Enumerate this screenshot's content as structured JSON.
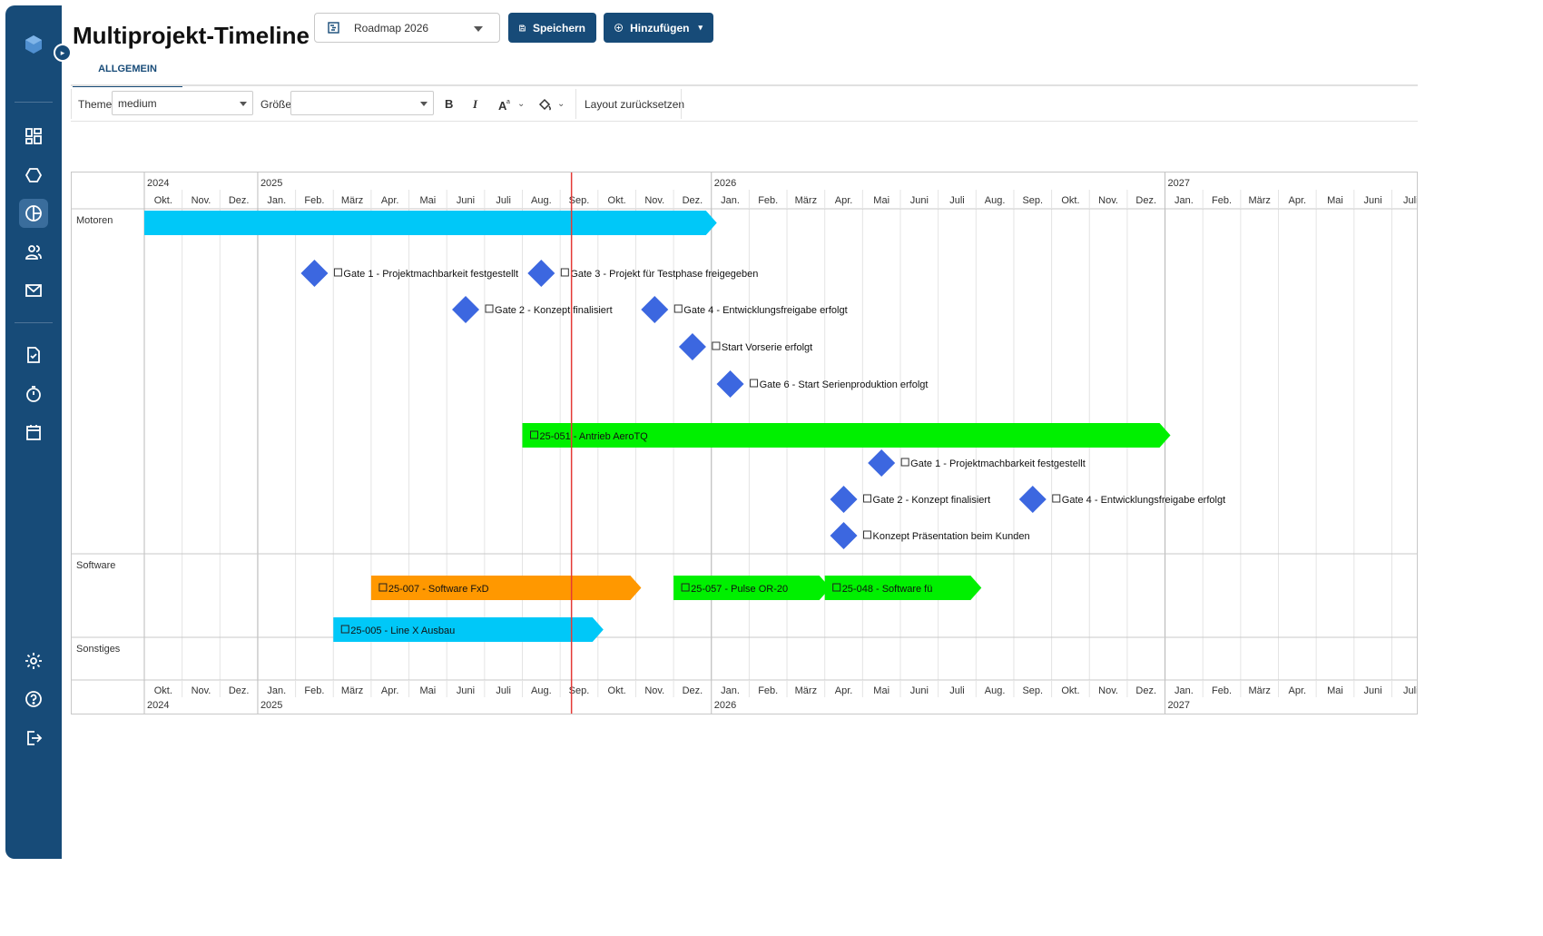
{
  "app": {
    "title": "Multiprojekt-Timeline",
    "roadmap_select": "Roadmap 2026",
    "save_label": "Speichern",
    "add_label": "Hinzufügen",
    "tab_general": "ALLGEMEIN"
  },
  "toolbar": {
    "theme_label": "Theme",
    "theme_value": "medium",
    "size_label": "Größe",
    "size_value": "",
    "bold": "B",
    "italic": "I",
    "reset_layout": "Layout zurücksetzen"
  },
  "sidebar": {
    "icons": [
      "dashboard-icon",
      "hexagon-icon",
      "pie-chart-icon",
      "users-icon",
      "mail-icon",
      "document-check-icon",
      "stopwatch-icon",
      "calendar-icon",
      "settings-icon",
      "help-icon",
      "logout-icon"
    ],
    "active": "pie-chart-icon"
  },
  "colors": {
    "brand": "#174b78",
    "cyan": "#00c8f8",
    "green": "#00f000",
    "orange": "#ff9800",
    "milestone": "#3c67e0",
    "today": "#e53935"
  },
  "chart_data": {
    "type": "gantt",
    "timeline": {
      "start": "2024-10",
      "end": "2027-07",
      "years": [
        "2024",
        "2025",
        "2026",
        "2027"
      ],
      "months": [
        "Okt.",
        "Nov.",
        "Dez.",
        "Jan.",
        "Feb.",
        "März",
        "Apr.",
        "Mai",
        "Juni",
        "Juli",
        "Aug.",
        "Sep.",
        "Okt.",
        "Nov.",
        "Dez.",
        "Jan.",
        "Feb.",
        "März",
        "Apr.",
        "Mai",
        "Juni",
        "Juli",
        "Aug.",
        "Sep.",
        "Okt.",
        "Nov.",
        "Dez.",
        "Jan.",
        "Feb.",
        "März",
        "Apr.",
        "Mai",
        "Juni",
        "Juli"
      ]
    },
    "today": "2025-09",
    "groups": [
      {
        "name": "Motoren",
        "items": [
          {
            "kind": "bar",
            "label": "",
            "start": "2024-10",
            "end": "2025-12",
            "color": "cyan"
          },
          {
            "kind": "milestone",
            "label": "Gate 1 - Projektmachbarkeit festgestellt",
            "date": "2025-02"
          },
          {
            "kind": "milestone",
            "label": "Gate 3 - Projekt für Testphase freigegeben",
            "date": "2025-08"
          },
          {
            "kind": "milestone",
            "label": "Gate 2 - Konzept finalisiert",
            "date": "2025-06"
          },
          {
            "kind": "milestone",
            "label": "Gate 4 - Entwicklungsfreigabe erfolgt",
            "date": "2025-11"
          },
          {
            "kind": "milestone",
            "label": "Start Vorserie erfolgt",
            "date": "2025-12"
          },
          {
            "kind": "milestone",
            "label": "Gate 6 - Start Serienproduktion erfolgt",
            "date": "2026-01"
          },
          {
            "kind": "bar",
            "label": "25-051 - Antrieb AeroTQ",
            "start": "2025-08",
            "end": "2026-12",
            "color": "green"
          },
          {
            "kind": "milestone",
            "label": "Gate 1 - Projektmachbarkeit festgestellt",
            "date": "2026-05"
          },
          {
            "kind": "milestone",
            "label": "Gate 2 - Konzept finalisiert",
            "date": "2026-04"
          },
          {
            "kind": "milestone",
            "label": "Gate 4 - Entwicklungsfreigabe erfolgt",
            "date": "2026-09"
          },
          {
            "kind": "milestone",
            "label": "Konzept Präsentation beim Kunden",
            "date": "2026-04"
          }
        ]
      },
      {
        "name": "Software",
        "items": [
          {
            "kind": "bar",
            "label": "25-007 - Software FxD",
            "start": "2025-04",
            "end": "2025-10",
            "color": "orange"
          },
          {
            "kind": "bar",
            "label": "25-048 - Software fü",
            "start": "2026-04",
            "end": "2026-07",
            "color": "green"
          },
          {
            "kind": "bar",
            "label": "25-057 - Pulse OR-20",
            "start": "2025-12",
            "end": "2026-03",
            "color": "green"
          }
        ]
      },
      {
        "name": "Sonstiges",
        "items": [
          {
            "kind": "bar",
            "label": "25-005 - Line X Ausbau",
            "start": "2025-03",
            "end": "2025-09",
            "color": "cyan"
          }
        ]
      }
    ]
  }
}
